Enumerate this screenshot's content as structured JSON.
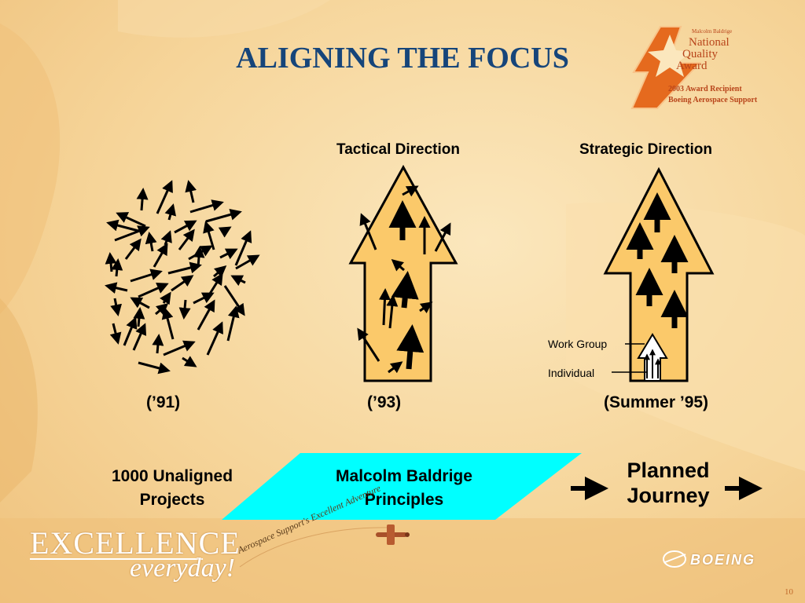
{
  "slide": {
    "title": "ALIGNING THE FOCUS",
    "page_number": "10"
  },
  "award": {
    "line1": "Malcolm Baldrige",
    "line2": "National",
    "line3": "Quality",
    "line4": "Award",
    "line5": "2003 Award Recipient",
    "line6": "Boeing Aerospace Support"
  },
  "columns": {
    "tactical_label": "Tactical Direction",
    "strategic_label": "Strategic Direction",
    "year_91": "(’91)",
    "year_93": "(’93)",
    "year_95": "(Summer ’95)",
    "work_group": "Work Group",
    "individual": "Individual"
  },
  "flow": {
    "start": "1000 Unaligned Projects",
    "start_line1": "1000 Unaligned",
    "start_line2": "Projects",
    "middle_line1": "Malcolm Baldrige",
    "middle_line2": "Principles",
    "end_line1": "Planned",
    "end_line2": "Journey"
  },
  "footer": {
    "excellence": "EXCELLENCE",
    "everyday": "everyday!",
    "tagline": "Aerospace Support's Excellent Adventure",
    "brand": "BOEING"
  },
  "colors": {
    "title": "#16457a",
    "arrow_fill": "#fbc96a",
    "parallelogram": "#00ffff",
    "award_orange": "#e56a1e"
  }
}
